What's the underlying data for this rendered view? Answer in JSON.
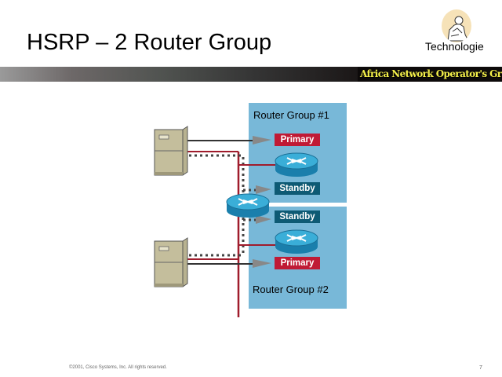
{
  "slide": {
    "title": "HSRP – 2 Router Group",
    "logo_caption": "Technologie",
    "org_banner": "Africa Network Operator's Group",
    "footer": "©2001, Cisco Systems, Inc. All rights reserved.",
    "page_number": "7"
  },
  "diagram": {
    "groups": [
      {
        "label": "Router Group #1",
        "primary_label": "Primary",
        "standby_label": "Standby"
      },
      {
        "label": "Router Group #2",
        "primary_label": "Primary",
        "standby_label": "Standby"
      }
    ],
    "colors": {
      "panel": "#78b8d8",
      "primary_tag": "#c01a35",
      "standby_tag": "#0e5a74",
      "lan_line": "#a01c2c",
      "router": "#2a9ccc"
    }
  }
}
